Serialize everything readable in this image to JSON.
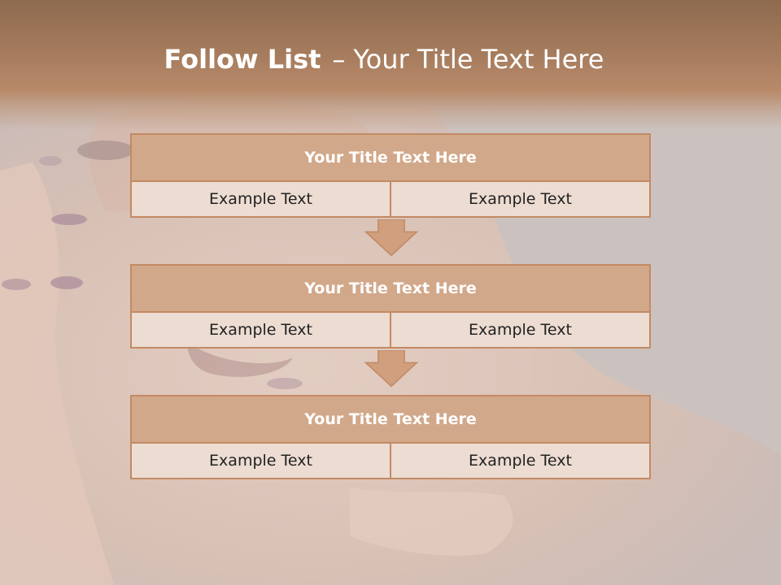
{
  "slide": {
    "title_bold": "Follow List",
    "title_dash": "–",
    "title_rest": "Your Title Text Here"
  },
  "blocks": [
    {
      "title": "Your Title Text Here",
      "left": "Example Text",
      "right": "Example Text"
    },
    {
      "title": "Your Title Text Here",
      "left": "Example Text",
      "right": "Example Text"
    },
    {
      "title": "Your Title Text Here",
      "left": "Example Text",
      "right": "Example Text"
    }
  ],
  "colors": {
    "header": "#a57b5d",
    "block_title_fill": "#d2a88a",
    "cell_fill": "#ecdcd2",
    "border": "#c38a63",
    "arrow_fill": "#cf9f7e"
  }
}
